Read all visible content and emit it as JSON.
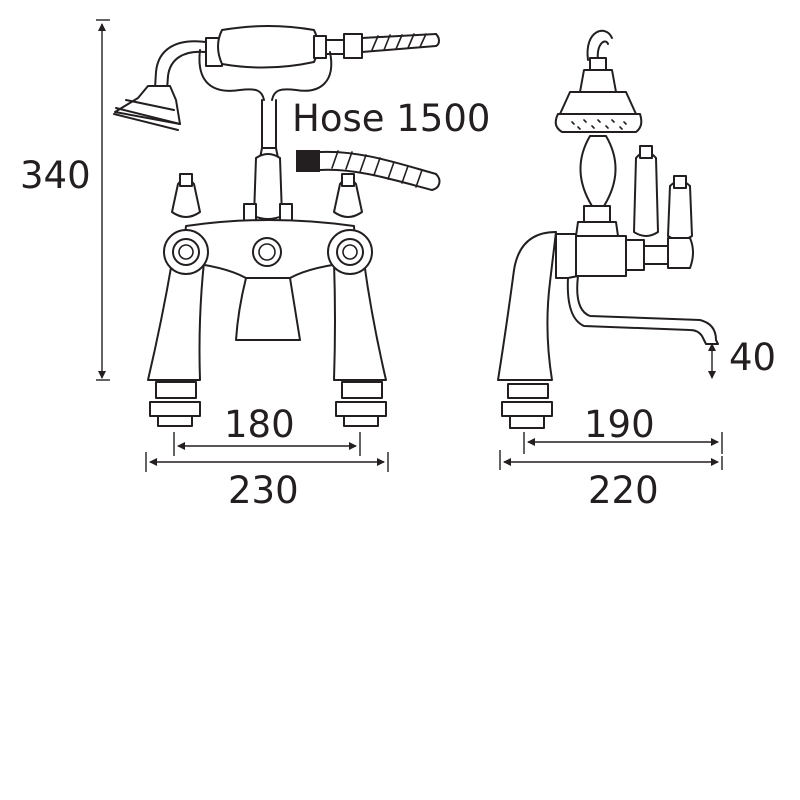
{
  "dimensions": {
    "height": "340",
    "hose": "Hose 1500",
    "inner_front": "180",
    "outer_front": "230",
    "spout_reach": "190",
    "overall_depth": "220",
    "spout_height": "40"
  },
  "colors": {
    "line": "#231f20",
    "background": "#ffffff"
  }
}
